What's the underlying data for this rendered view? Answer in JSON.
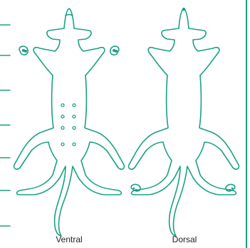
{
  "labels": {
    "ventral": "Ventral",
    "dorsal": "Dorsal"
  },
  "colors": {
    "outline": "#1aa184",
    "text": "#222222",
    "background": "#ffffff"
  },
  "marker_lines_count": 7
}
